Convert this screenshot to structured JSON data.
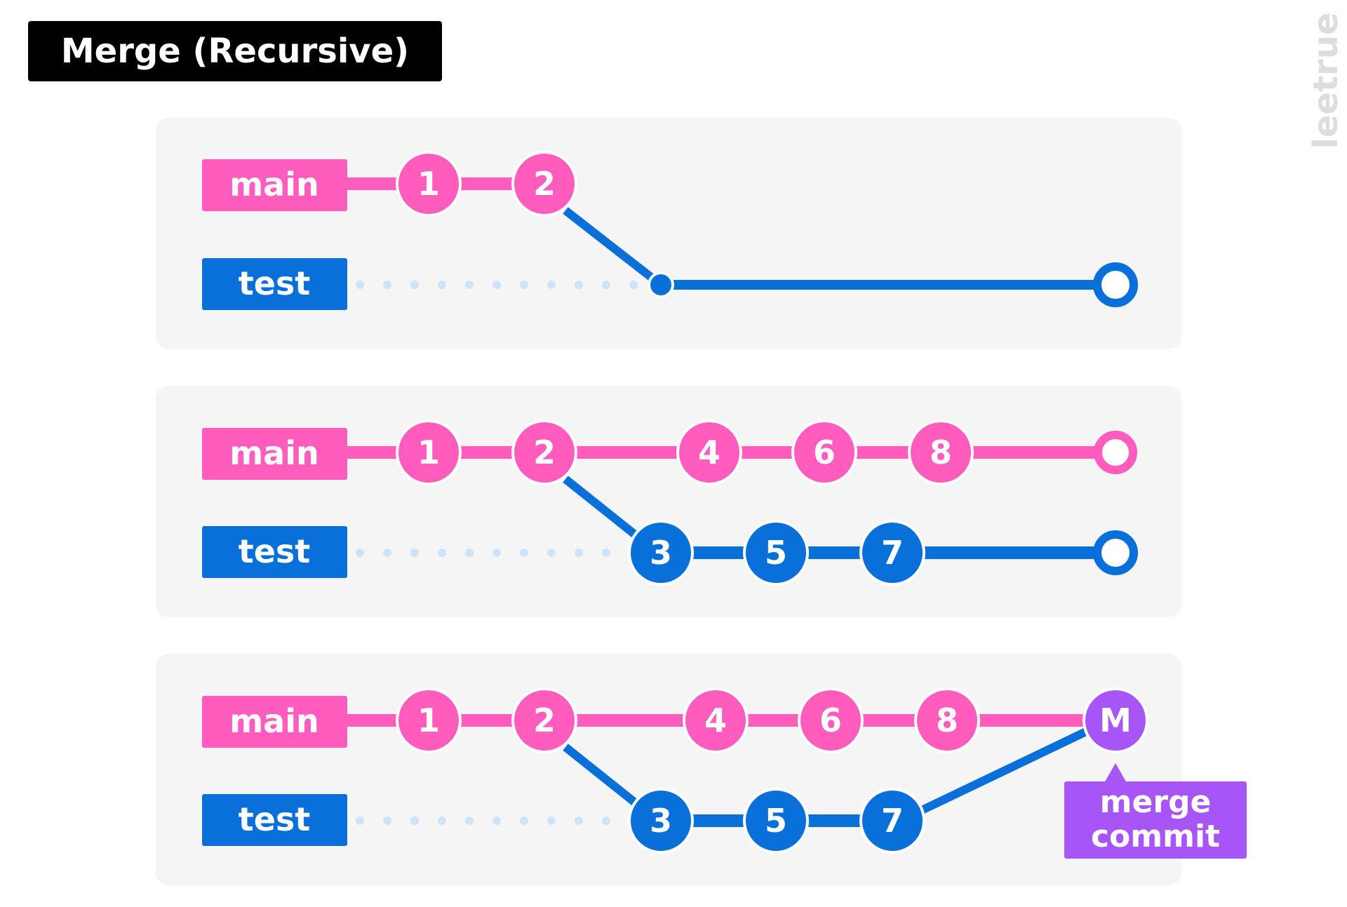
{
  "title": "Merge (Recursive)",
  "watermark": "leetrue",
  "colors": {
    "main": "#ff5cbe",
    "test": "#0870d8",
    "merge": "#a855f7",
    "panel": "#f5f5f5",
    "dot": "#cfe3f8"
  },
  "panels": [
    {
      "main": {
        "label": "main",
        "commits": [
          "1",
          "2"
        ]
      },
      "test": {
        "label": "test",
        "commits": [],
        "tip": true
      }
    },
    {
      "main": {
        "label": "main",
        "commits": [
          "1",
          "2",
          "4",
          "6",
          "8"
        ],
        "tip": true
      },
      "test": {
        "label": "test",
        "commits": [
          "3",
          "5",
          "7"
        ],
        "tip": true
      }
    },
    {
      "main": {
        "label": "main",
        "commits": [
          "1",
          "2",
          "4",
          "6",
          "8"
        ],
        "merge_commit": "M"
      },
      "test": {
        "label": "test",
        "commits": [
          "3",
          "5",
          "7"
        ]
      },
      "callout": {
        "line1": "merge",
        "line2": "commit"
      }
    }
  ]
}
